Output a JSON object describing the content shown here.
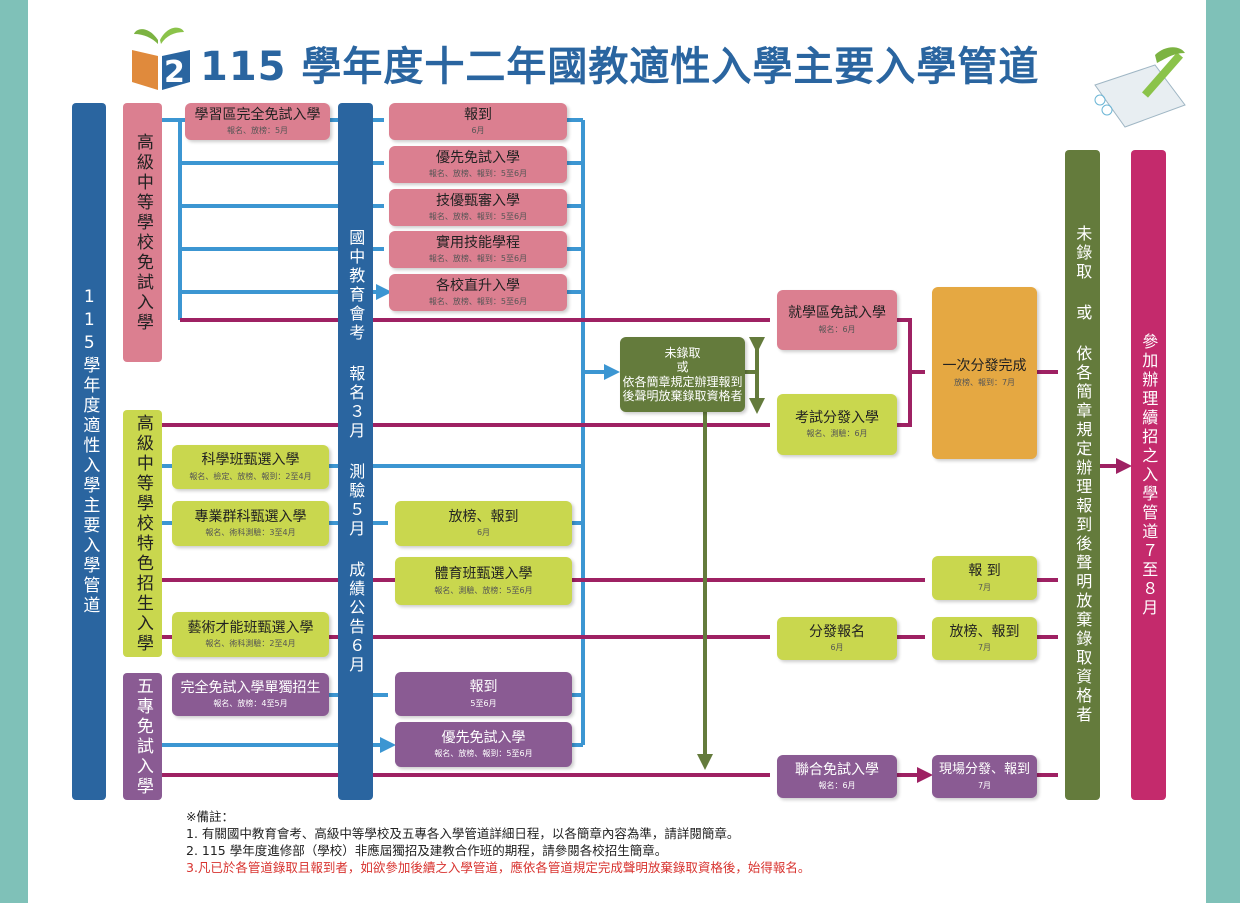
{
  "title": "115 學年度十二年國教適性入學主要入學管道",
  "left_bar": "115學年度適性入學主要入學管道",
  "categories": {
    "regular": "高級中等學校免試入學",
    "special": "高級中等學校特色招生入學",
    "junior_college": "五專免試入學"
  },
  "exam_bar": "國中教育會考 報名３月 測驗５月 成績公告６月",
  "regular": {
    "district": {
      "t": "學習區完全免試入學",
      "s": "報名、放榜：5月"
    },
    "right": [
      {
        "t": "報到",
        "s": "6月"
      },
      {
        "t": "優先免試入學",
        "s": "報名、放榜、報到：5至6月"
      },
      {
        "t": "技優甄審入學",
        "s": "報名、放榜、報到：5至6月"
      },
      {
        "t": "實用技能學程",
        "s": "報名、放榜、報到：5至6月"
      },
      {
        "t": "各校直升入學",
        "s": "報名、放榜、報到：5至6月"
      }
    ]
  },
  "special": {
    "science": {
      "t": "科學班甄選入學",
      "s": "報名、檢定、放榜、報到：2至4月"
    },
    "professional": {
      "t": "專業群科甄選入學",
      "s": "報名、術科測驗：3至4月"
    },
    "arts": {
      "t": "藝術才能班甄選入學",
      "s": "報名、術科測驗：2至4月"
    },
    "prof_result": {
      "t": "放榜、報到",
      "s": "6月"
    },
    "sports": {
      "t": "體育班甄選入學",
      "s": "報名、測驗、放榜：5至6月"
    }
  },
  "jc": {
    "solo": {
      "t": "完全免試入學單獨招生",
      "s": "報名、放榜：4至5月"
    },
    "report": {
      "t": "報到",
      "s": "5至6月"
    },
    "priority": {
      "t": "優先免試入學",
      "s": "報名、放榜、報到：5至6月"
    }
  },
  "not_admitted": {
    "l1": "未錄取",
    "l2": "或",
    "l3": "依各簡章規定辦理報到",
    "l4": "後聲明放棄錄取資格者"
  },
  "district_free": {
    "t": "就學區免試入學",
    "s": "報名：6月"
  },
  "exam_alloc": {
    "t": "考試分發入學",
    "s": "報名、測驗：6月"
  },
  "first_alloc": {
    "t": "一次分發完成",
    "s": "放榜、報到：7月"
  },
  "sports_report": {
    "t": "報 到",
    "s": "7月"
  },
  "arts_reg": {
    "t": "分發報名",
    "s": "6月"
  },
  "arts_result": {
    "t": "放榜、報到",
    "s": "7月"
  },
  "jc_joint": {
    "t": "聯合免試入學",
    "s": "報名：6月"
  },
  "jc_onsite": {
    "t": "現場分發、報到",
    "s": "7月"
  },
  "right_bar1": "未錄取 或 依各簡章規定辦理報到後聲明放棄錄取資格者",
  "right_bar2": "參加辦理續招之入學管道７至８月",
  "notes": {
    "head": "※備註：",
    "n1": "1. 有關國中教育會考、高級中等學校及五專各入學管道詳細日程，以各簡章內容為準，請詳閱簡章。",
    "n2": "2. 115 學年度進修部（學校）非應屆獨招及建教合作班的期程，請參閱各校招生簡章。",
    "n3": "3.凡已於各管道錄取且報到者，如欲參加後續之入學管道，應依各管道規定完成聲明放棄錄取資格後，始得報名。"
  },
  "colors": {
    "blue": "#2a65a0",
    "pink": "#db7f90",
    "lime": "#c9d74e",
    "purple": "#8a5b93",
    "darkgreen": "#647b3c",
    "orange": "#e5a842",
    "magenta": "#c42a6c"
  }
}
